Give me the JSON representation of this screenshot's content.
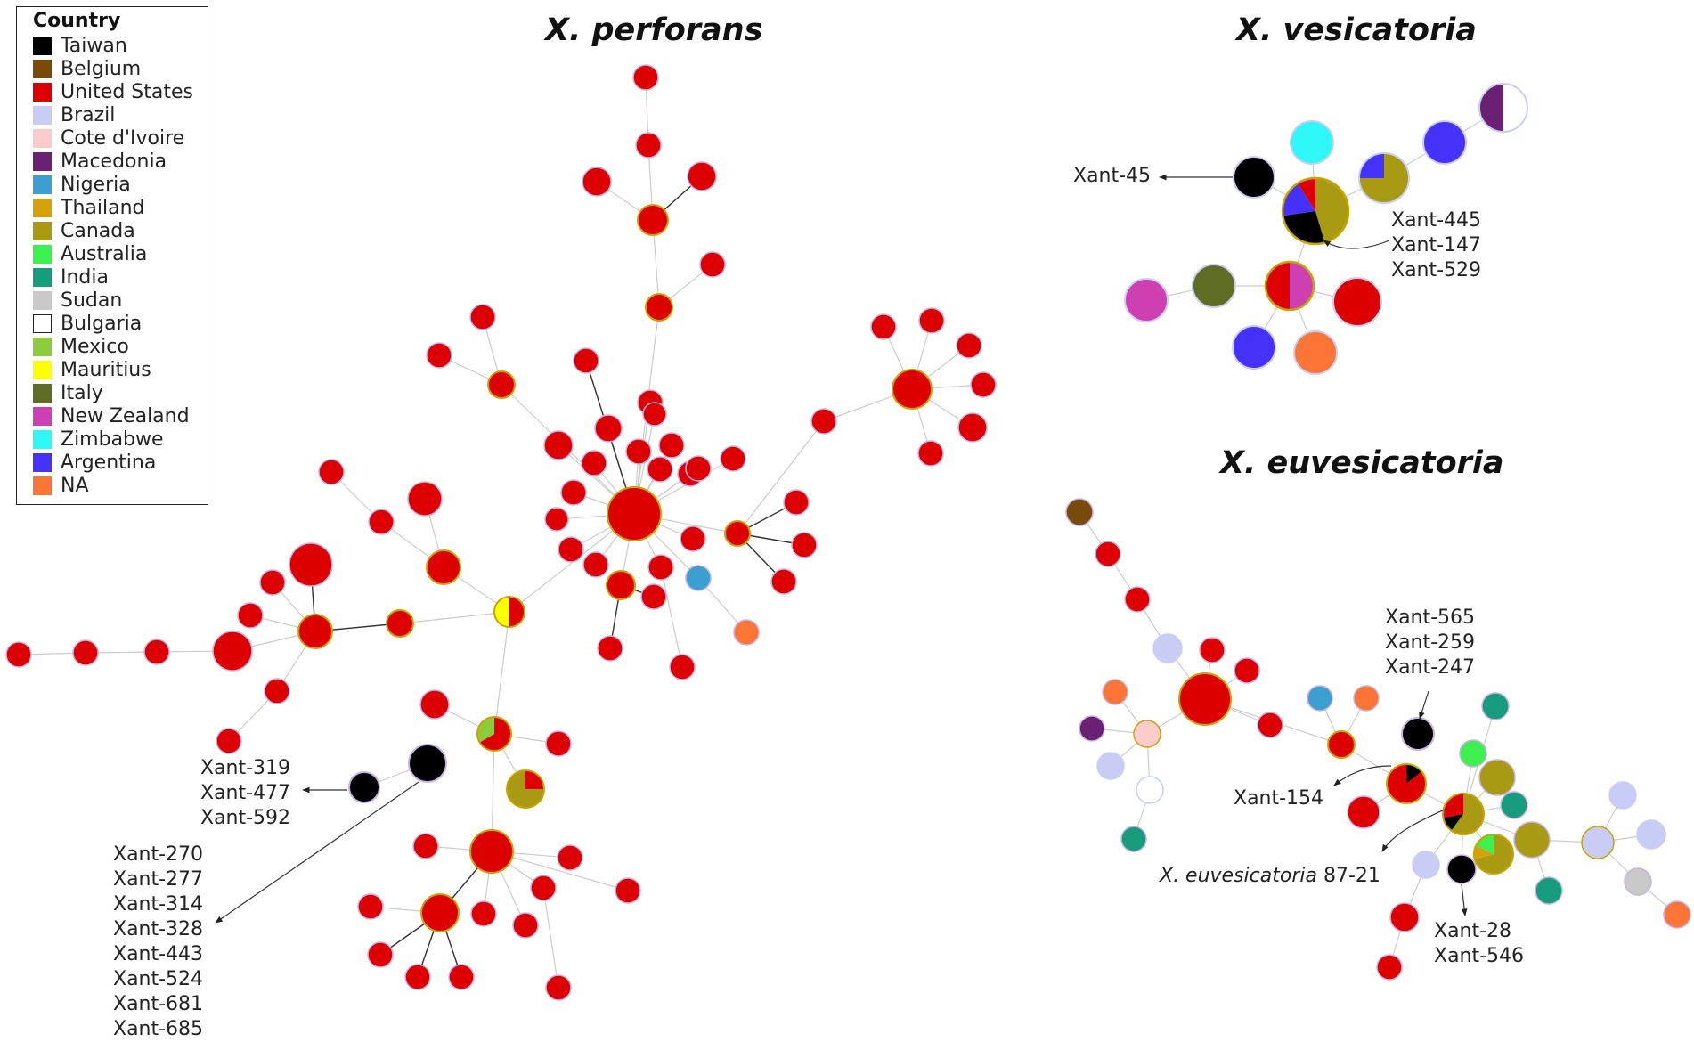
{
  "legend": {
    "title": "Country",
    "items": [
      {
        "label": "Taiwan",
        "color": "#000000"
      },
      {
        "label": "Belgium",
        "color": "#7a4a0a"
      },
      {
        "label": "United States",
        "color": "#dd0000"
      },
      {
        "label": "Brazil",
        "color": "#c9cdf6"
      },
      {
        "label": "Cote d'Ivoire",
        "color": "#fccccc"
      },
      {
        "label": "Macedonia",
        "color": "#6a2073"
      },
      {
        "label": "Nigeria",
        "color": "#3d9fd0"
      },
      {
        "label": "Thailand",
        "color": "#d4a00c"
      },
      {
        "label": "Canada",
        "color": "#a99a14"
      },
      {
        "label": "Australia",
        "color": "#3df04f"
      },
      {
        "label": "India",
        "color": "#179d7d"
      },
      {
        "label": "Sudan",
        "color": "#c9c9c9"
      },
      {
        "label": "Bulgaria",
        "color": "#ffffff"
      },
      {
        "label": "Mexico",
        "color": "#8ccc3c"
      },
      {
        "label": "Mauritius",
        "color": "#ffff00"
      },
      {
        "label": "Italy",
        "color": "#5f6d24"
      },
      {
        "label": "New Zealand",
        "color": "#ce3fb2"
      },
      {
        "label": "Zimbabwe",
        "color": "#30f8f8"
      },
      {
        "label": "Argentina",
        "color": "#4631f8"
      },
      {
        "label": "NA",
        "color": "#fb7636"
      }
    ]
  },
  "titles": {
    "perforans": "X. perforans",
    "vesicatoria": "X. vesicatoria",
    "euvesicatoria": "X. euvesicatoria"
  },
  "annotations": {
    "perf_small_black": [
      "Xant-319",
      "Xant-477",
      "Xant-592"
    ],
    "perf_big_black": [
      "Xant-270",
      "Xant-277",
      "Xant-314",
      "Xant-328",
      "Xant-443",
      "Xant-524",
      "Xant-681",
      "Xant-685"
    ],
    "ves_black": "Xant-45",
    "ves_center": [
      "Xant-445",
      "Xant-147",
      "Xant-529"
    ],
    "euv_top_black": [
      "Xant-565",
      "Xant-259",
      "Xant-247"
    ],
    "euv_pie": "Xant-154",
    "euv_ref_italic": "X. euvesicatoria",
    "euv_ref_strain": "87-21",
    "euv_bottom_black": [
      "Xant-28",
      "Xant-546"
    ]
  },
  "node_colors": {
    "us": "#dd0000",
    "us_ring": "#c9a400",
    "link": "#cccccc",
    "link_dark": "#333333"
  }
}
